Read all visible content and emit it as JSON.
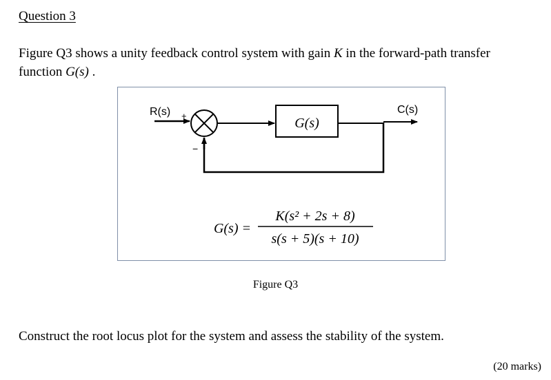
{
  "question": {
    "heading": "Question 3",
    "intro_part1": "Figure Q3 shows a unity feedback control system with gain ",
    "gain_symbol": "K",
    "intro_part2": " in the forward-path transfer function ",
    "tf_symbol": "G(s)",
    "intro_end": " .",
    "task": "Construct the root locus plot for the system and assess the stability of the system.",
    "marks": "(20 marks)"
  },
  "figure": {
    "caption": "Figure Q3",
    "input_label": "R(s)",
    "output_label": "C(s)",
    "plus_sign": "+",
    "minus_sign": "−",
    "block_label": "G(s)",
    "equation": {
      "lhs": "G(s) =",
      "numerator": "K(s² + 2s + 8)",
      "denominator": "s(s + 5)(s + 10)"
    }
  }
}
